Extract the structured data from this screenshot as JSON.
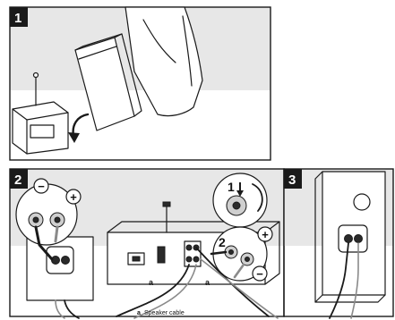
{
  "steps": {
    "step1": {
      "number": "1"
    },
    "step2": {
      "number": "2"
    },
    "step3": {
      "number": "3"
    }
  },
  "callouts": {
    "sub_step_1": "1",
    "sub_step_2": "2",
    "minus_symbol": "−",
    "plus_symbol": "+"
  },
  "cable_labels": {
    "left": "a",
    "right": "a"
  },
  "legend": {
    "key": "a",
    "text": "Speaker cable"
  }
}
